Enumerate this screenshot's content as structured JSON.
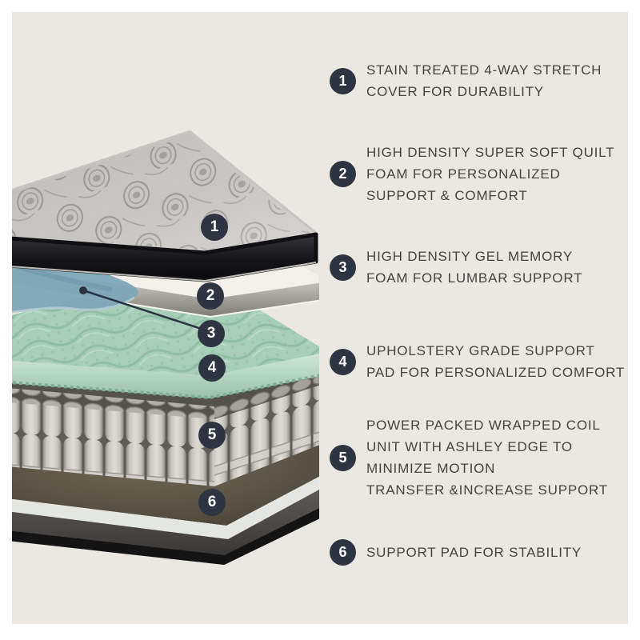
{
  "diagram_title": "Mattress layer cutaway diagram",
  "colors": {
    "page_bg": "#ffffff",
    "panel_bg": "#ebe8e4",
    "marker_circle": "#2e3440",
    "marker_number": "#ffffff",
    "legend_text": "#454441",
    "quilt_fabric_gray": "#c7c5c2",
    "quilt_side_band_black": "#141416",
    "foam_white": "#f4f1ea",
    "gel_memory_blue": "#7da6b6",
    "support_pad_green": "#a6ceb8",
    "coil_gray": "#d0cdc8",
    "base_pad_olive": "#5d5547",
    "base_edge_black": "#141414"
  },
  "legend": {
    "items": [
      {
        "number": "1",
        "lines": [
          "STAIN TREATED 4-WAY STRETCH",
          "COVER FOR DURABILITY"
        ]
      },
      {
        "number": "2",
        "lines": [
          "HIGH DENSITY SUPER SOFT QUILT",
          "FOAM FOR PERSONALIZED",
          "SUPPORT & COMFORT"
        ]
      },
      {
        "number": "3",
        "lines": [
          "HIGH DENSITY GEL MEMORY",
          "FOAM FOR LUMBAR SUPPORT"
        ]
      },
      {
        "number": "4",
        "lines": [
          "UPHOLSTERY GRADE SUPPORT",
          "PAD FOR PERSONALIZED COMFORT"
        ]
      },
      {
        "number": "5",
        "lines": [
          "POWER PACKED WRAPPED COIL",
          "UNIT WITH ASHLEY EDGE TO",
          "MINIMIZE MOTION",
          "TRANSFER &INCREASE SUPPORT"
        ]
      },
      {
        "number": "6",
        "lines": [
          "SUPPORT PAD FOR STABILITY"
        ]
      }
    ]
  }
}
